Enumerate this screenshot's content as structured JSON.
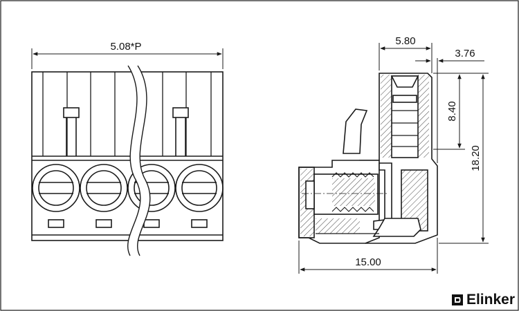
{
  "dimensions": {
    "pitch": "5.08*P",
    "depth_top": "5.80",
    "offset_right": "3.76",
    "height_upper": "8.40",
    "height_total": "18.20",
    "length_bottom": "15.00"
  },
  "brand": {
    "name": "Elinker",
    "icon": "elinker-logo-icon"
  },
  "colors": {
    "line": "#1a1a1a",
    "body_fill": "#ffffff"
  }
}
